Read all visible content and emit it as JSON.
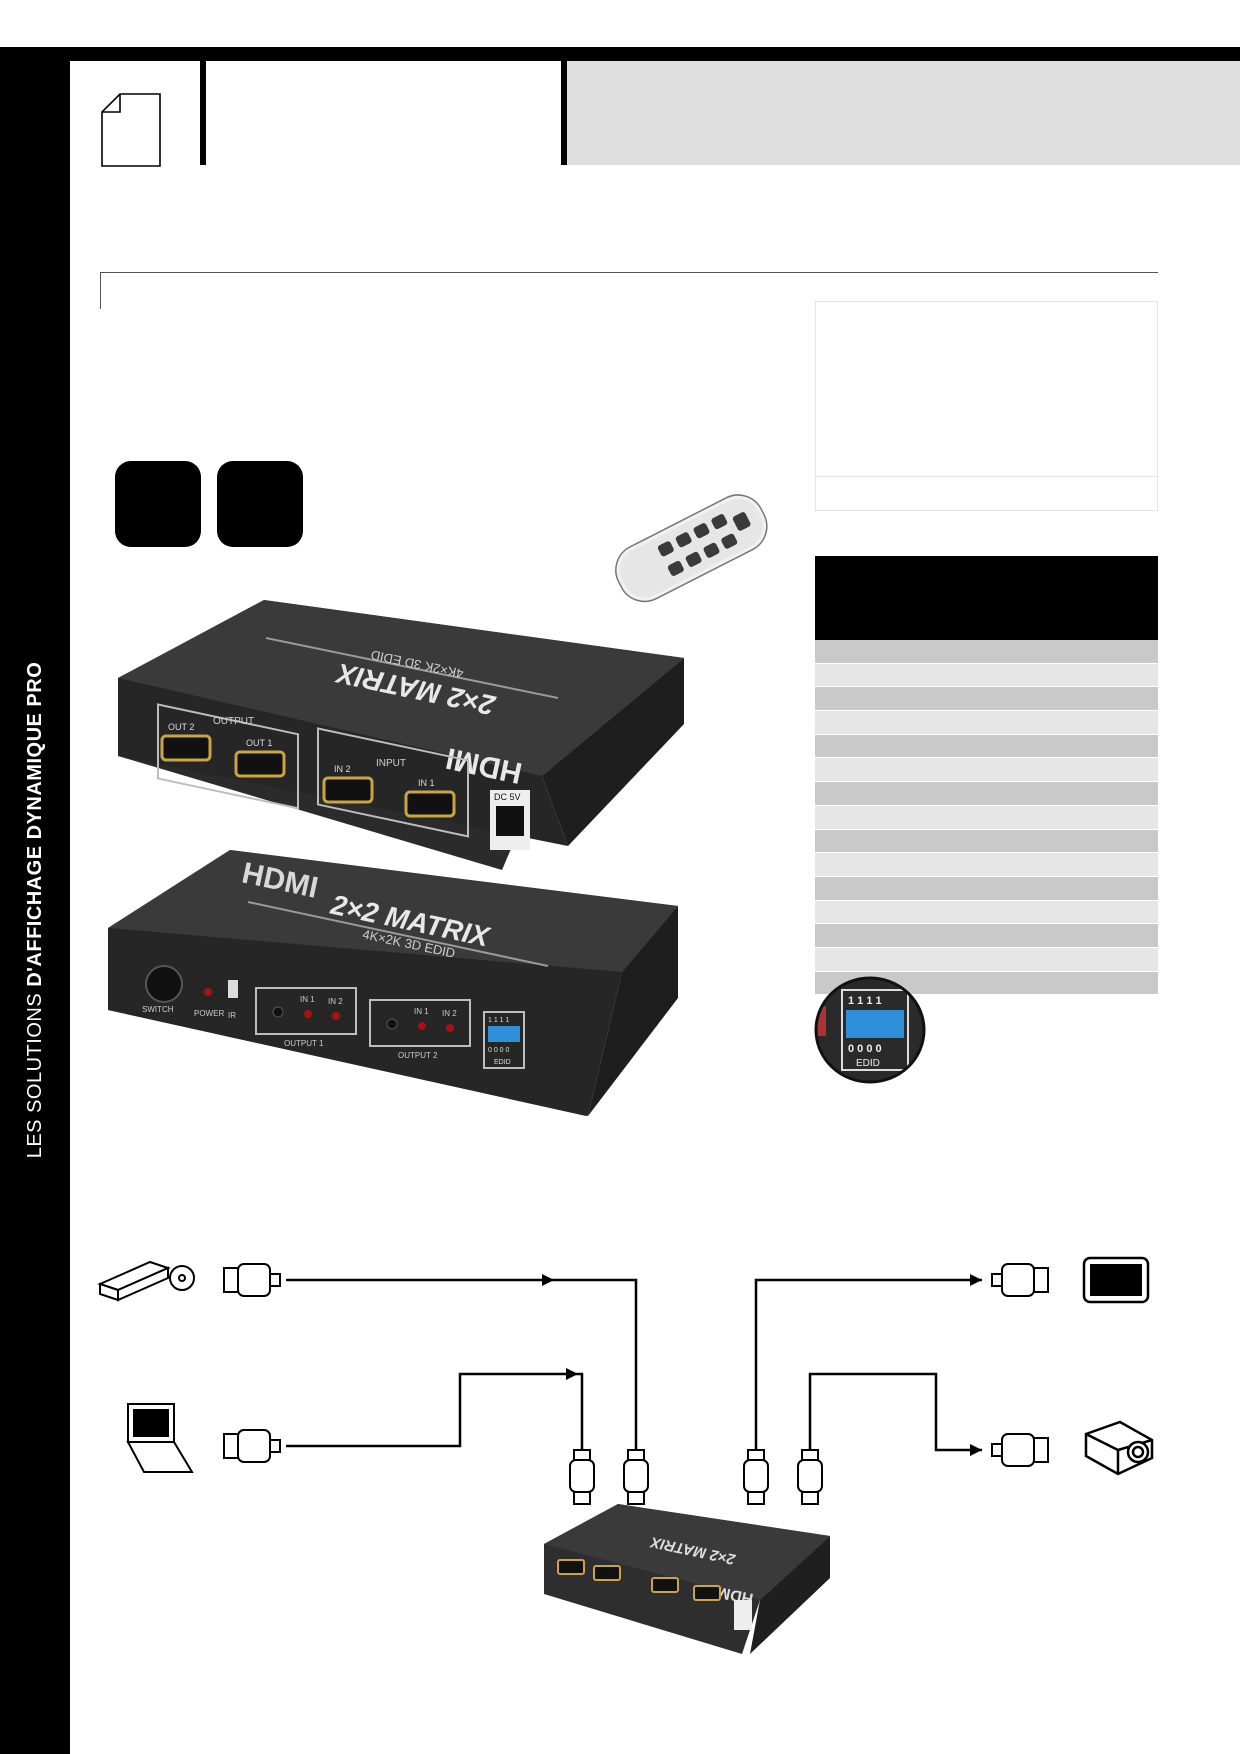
{
  "sidebar": {
    "label_regular": "LES SOLUTIONS ",
    "label_bold": "D'AFFICHAGE DYNAMIQUE PRO"
  },
  "device_top": {
    "title": "2×2 MATRIX",
    "subtitle": "4K×2K 3D EDID",
    "logo": "HDMI",
    "output_group": "OUTPUT",
    "input_group": "INPUT",
    "ports": [
      "OUT 2",
      "OUT 1",
      "IN 2",
      "IN 1"
    ],
    "power_port": "DC 5V"
  },
  "device_front": {
    "title": "2×2 MATRIX",
    "subtitle": "4K×2K 3D EDID",
    "logo": "HDMI",
    "buttons": [
      "SWITCH",
      "POWER",
      "IR"
    ],
    "output1_group": "OUTPUT 1",
    "output2_group": "OUTPUT 2",
    "leds": [
      "IN 1",
      "IN 2"
    ],
    "edid_label": "EDID",
    "dip_top": "1 1 1 1",
    "dip_bottom": "0 0 0 0"
  },
  "edid_zoom": {
    "dip_top": "1 1 1 1",
    "dip_bottom": "0 0 0 0",
    "label": "EDID"
  },
  "device_small": {
    "title": "2×2 MATRIX",
    "logo": "HDMI"
  },
  "colors": {
    "black": "#000000",
    "panel_gray": "#dedede",
    "row_dark": "#c9c9c9",
    "row_light": "#e6e6e6",
    "dip_blue": "#2f8fd9"
  },
  "icons": [
    "document-icon",
    "dvd-player-icon",
    "laptop-icon",
    "tv-icon",
    "projector-icon",
    "remote-control-icon",
    "hdmi-plug-icon"
  ]
}
